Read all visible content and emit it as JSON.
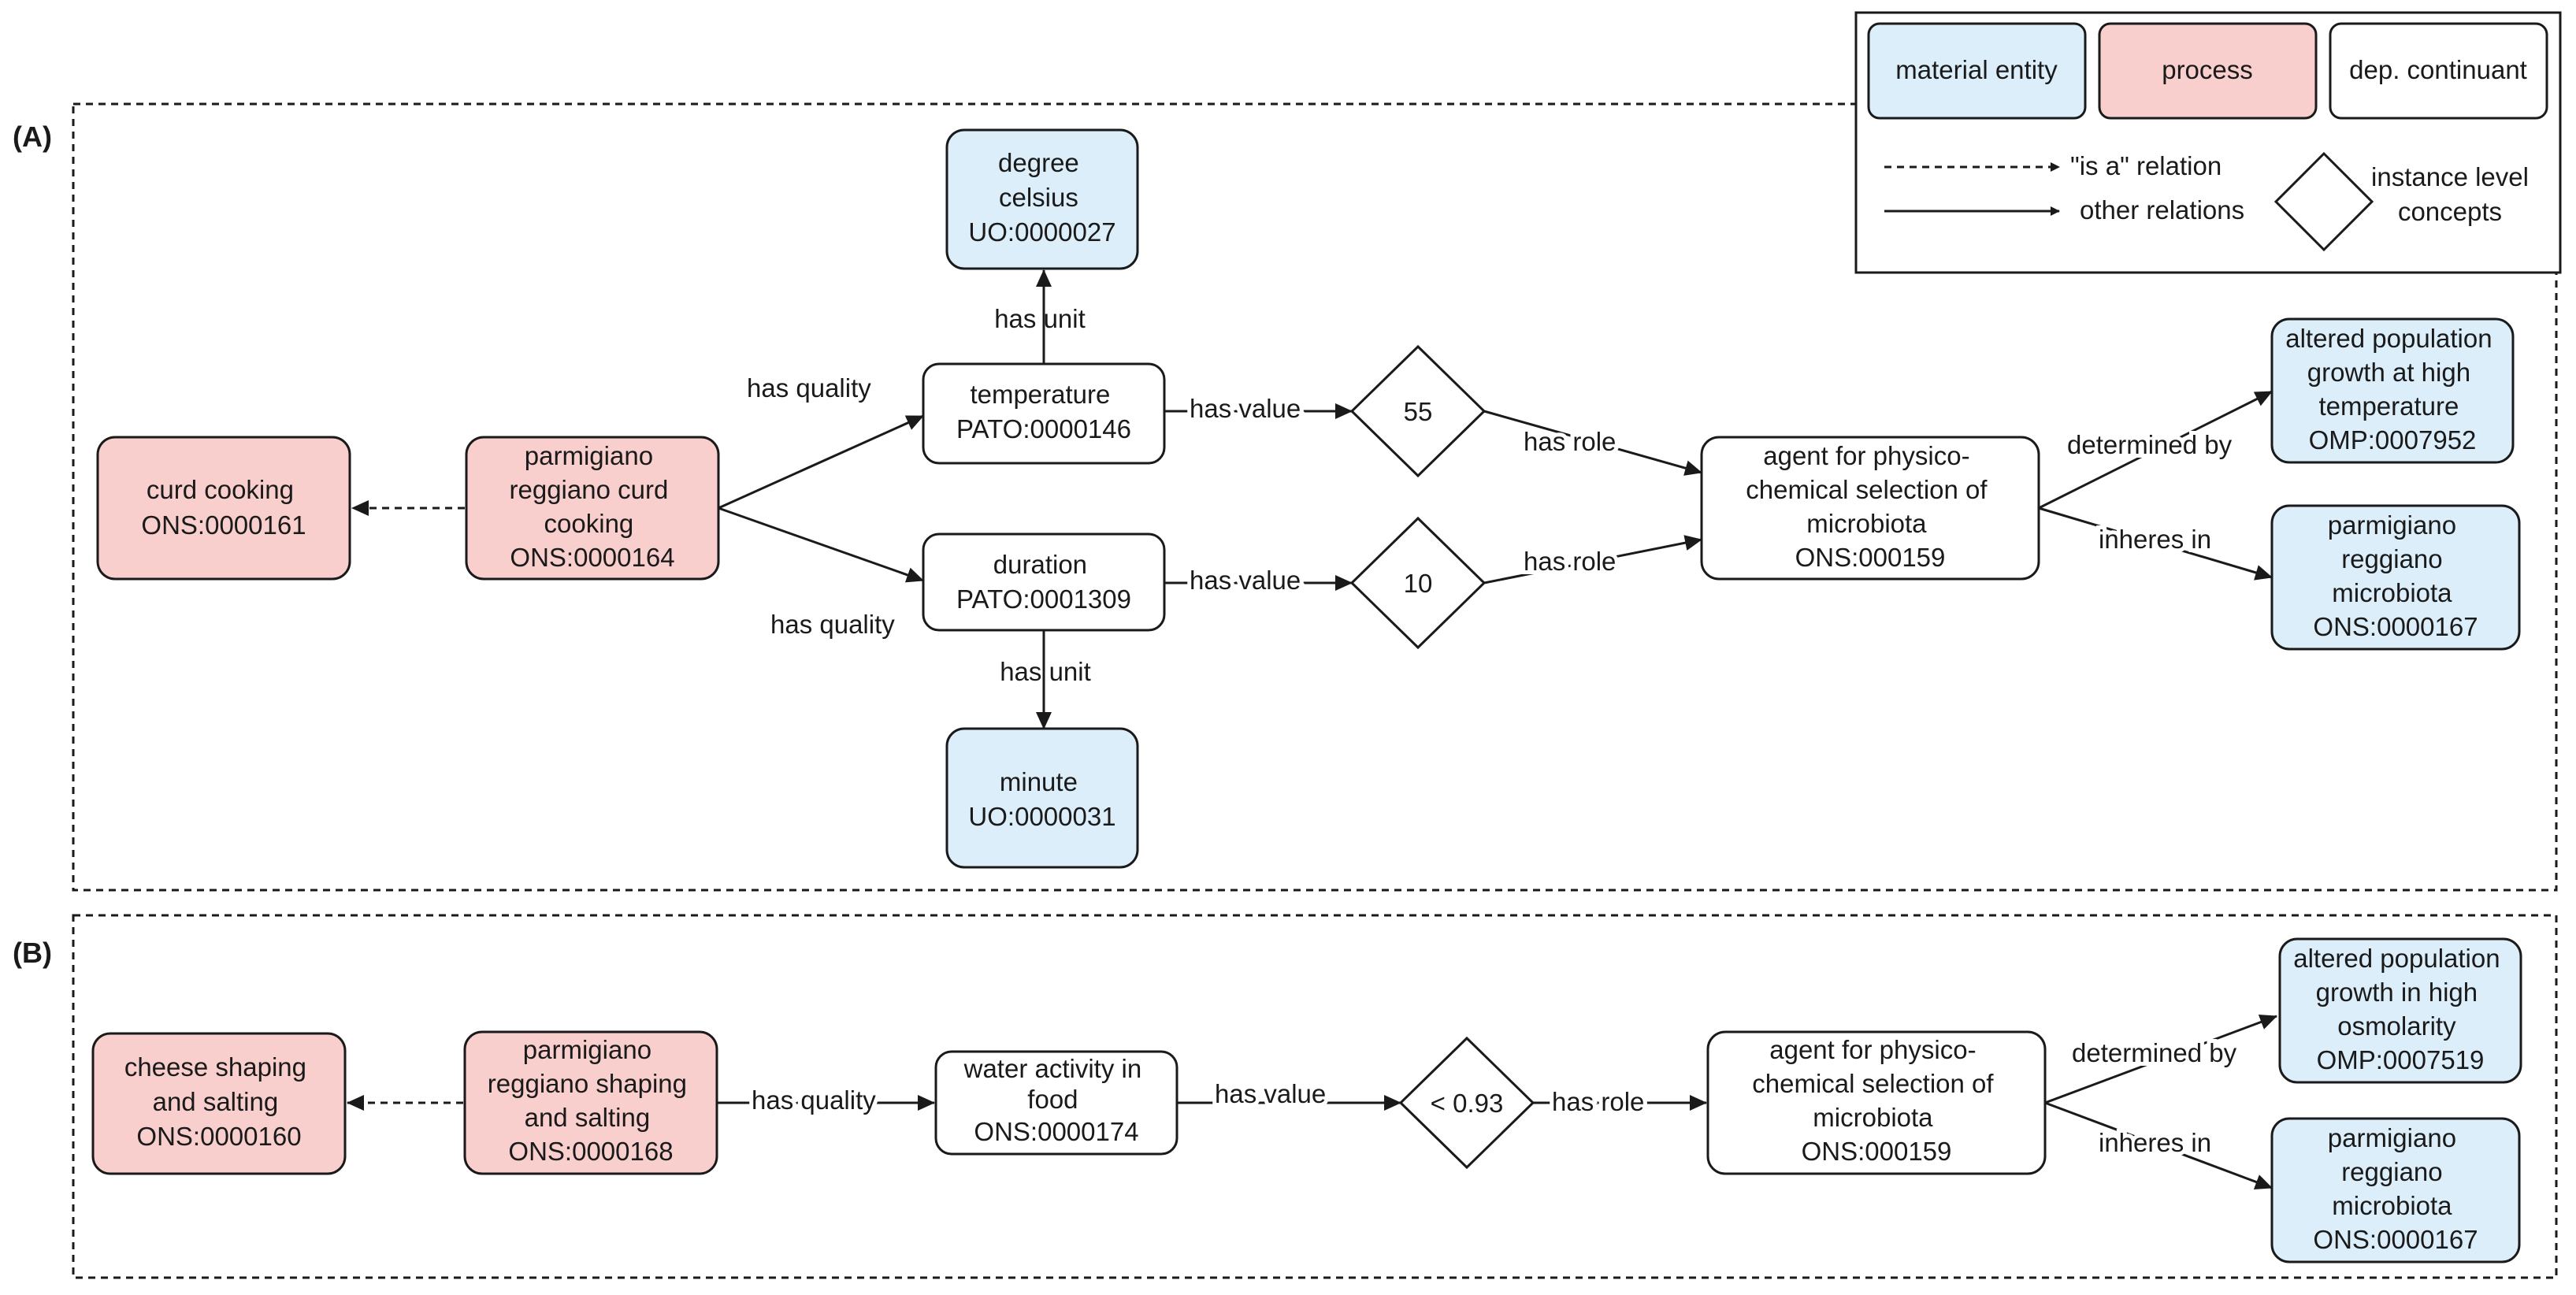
{
  "colors": {
    "material_entity": "#dbeefa",
    "process": "#f8cfcd",
    "dependent_continuant": "#ffffff",
    "stroke": "#1a1a1a"
  },
  "legend": {
    "material_entity": "material entity",
    "process": "process",
    "dep_continuant": "dep. continuant",
    "is_a": "\"is a\" relation",
    "other": "other relations",
    "instance_line1": "instance level",
    "instance_line2": "concepts"
  },
  "panels": {
    "a_label": "(A)",
    "b_label": "(B)"
  },
  "nodes": {
    "a_curd_cooking": [
      "curd cooking",
      "ONS:0000161"
    ],
    "a_pr_curd_cooking": [
      "parmigiano",
      "reggiano curd",
      "cooking",
      "ONS:0000164"
    ],
    "a_temperature": [
      "temperature",
      "PATO:0000146"
    ],
    "a_duration": [
      "duration",
      "PATO:0001309"
    ],
    "a_degree_celsius": [
      "degree",
      "celsius",
      "UO:0000027"
    ],
    "a_minute": [
      "minute",
      "UO:0000031"
    ],
    "a_val_55": [
      "55"
    ],
    "a_val_10": [
      "10"
    ],
    "a_agent": [
      "agent for physico-",
      "chemical selection of",
      "microbiota",
      "ONS:000159"
    ],
    "a_altered": [
      "altered population",
      "growth at high",
      "temperature",
      "OMP:0007952"
    ],
    "a_microbiota": [
      "parmigiano",
      "reggiano",
      "microbiota",
      "ONS:0000167"
    ],
    "b_cheese_shaping": [
      "cheese shaping",
      "and salting",
      "ONS:0000160"
    ],
    "b_pr_shaping": [
      "parmigiano",
      "reggiano shaping",
      "and salting",
      "ONS:0000168"
    ],
    "b_water_activity": [
      "water activity in",
      "food",
      "ONS:0000174"
    ],
    "b_val_093": [
      "< 0.93"
    ],
    "b_agent": [
      "agent for physico-",
      "chemical selection of",
      "microbiota",
      "ONS:000159"
    ],
    "b_altered": [
      "altered population",
      "growth in high",
      "osmolarity",
      "OMP:0007519"
    ],
    "b_microbiota": [
      "parmigiano",
      "reggiano",
      "microbiota",
      "ONS:0000167"
    ]
  },
  "edge_labels": {
    "a_has_quality_top": "has quality",
    "a_has_quality_bottom": "has quality",
    "a_has_unit_top": "has unit",
    "a_has_unit_bottom": "has unit",
    "a_has_value_top": "has value",
    "a_has_value_bottom": "has value",
    "a_has_role_top": "has role",
    "a_has_role_bottom": "has role",
    "a_determined_by": "determined by",
    "a_inheres_in": "inheres in",
    "b_has_quality": "has quality",
    "b_has_value": "has value",
    "b_has_role": "has role",
    "b_determined_by": "determined by",
    "b_inheres_in": "inheres in"
  }
}
